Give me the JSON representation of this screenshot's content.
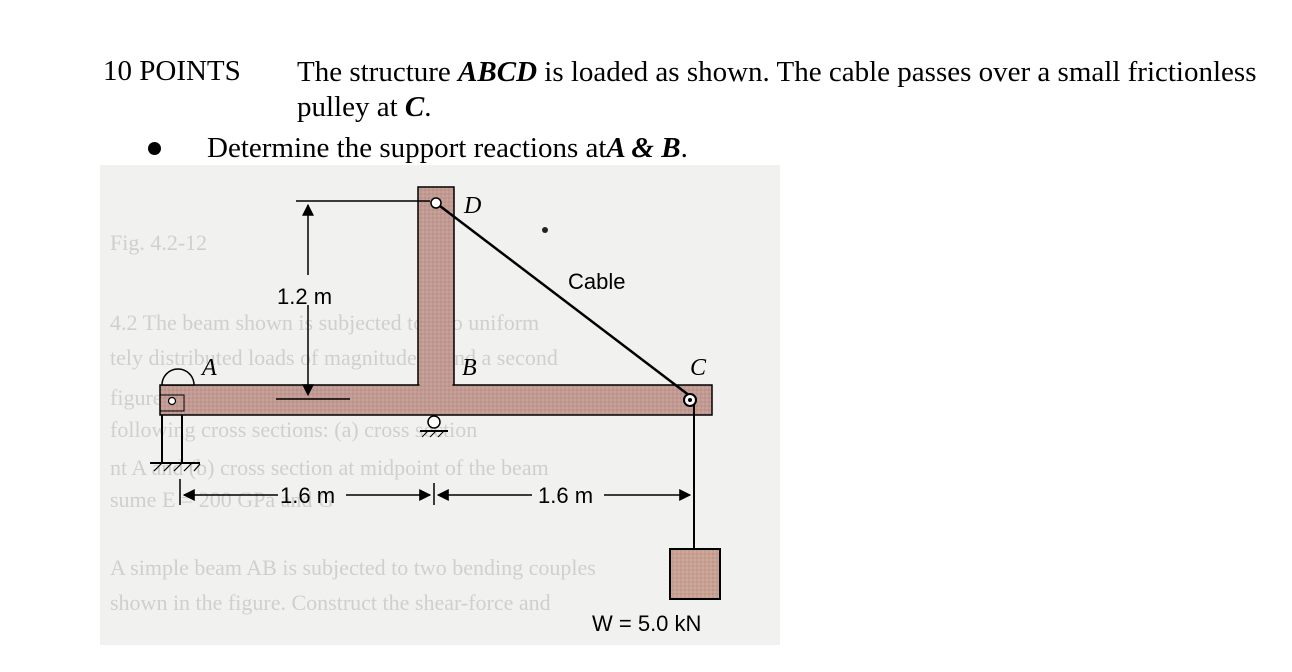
{
  "header": {
    "points": "10 POINTS",
    "problem_part1": "The structure ",
    "problem_struct": "ABCD",
    "problem_part2": " is loaded as shown.  The cable passes over a small frictionless pulley at ",
    "problem_pulley": "C",
    "problem_part3": "."
  },
  "task": {
    "part1": "Determine the support reactions at ",
    "supports": "A & B",
    "part2": "."
  },
  "figure": {
    "label_A": "A",
    "label_B": "B",
    "label_C": "C",
    "label_D": "D",
    "cable_label": "Cable",
    "height_dim": "1.2 m",
    "left_span_dim": "1.6 m",
    "right_span_dim": "1.6 m",
    "weight_label": "W = 5.0 kN",
    "colors": {
      "member_fill": "#c19a92",
      "weight_fill": "#c7a193",
      "page_bg": "#f1f1ef"
    }
  }
}
